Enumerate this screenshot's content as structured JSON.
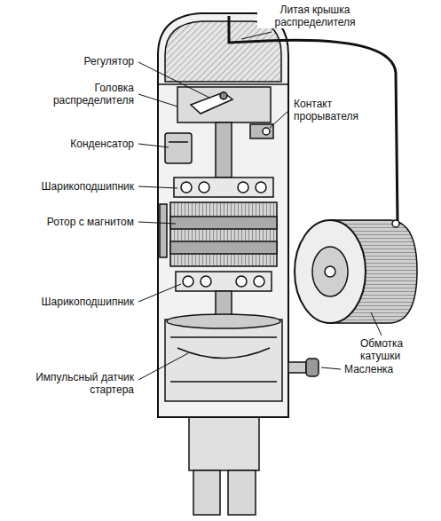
{
  "diagram": {
    "labels": [
      "Литая крышка распределителя",
      "Регулятор",
      "Головка распределителя",
      "Контакт прорывателя",
      "Конденсатор",
      "Шарикоподшипник",
      "Ротор с магнитом",
      "Шарикоподшипник",
      "Обмотка катушки",
      "Масленка",
      "Импульсный датчик стартера"
    ]
  }
}
